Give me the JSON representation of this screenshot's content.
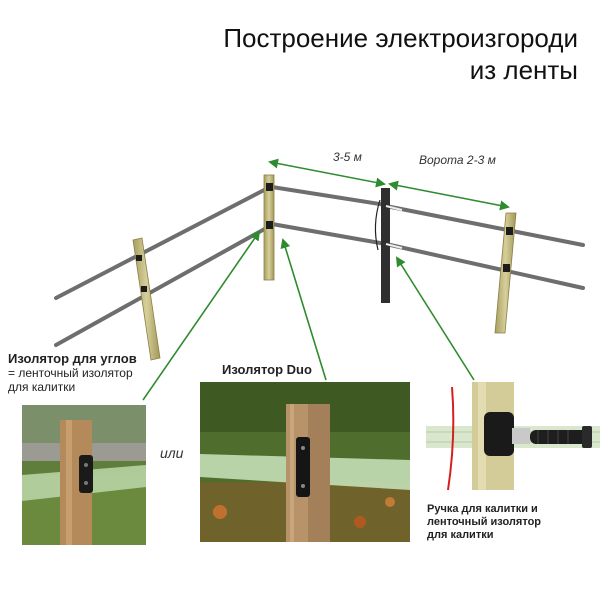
{
  "title": {
    "line1": "Построение электроизгороди",
    "line2": "из ленты"
  },
  "dimensions": {
    "span": "3-5 м",
    "gate": "Ворота 2-3 м"
  },
  "labels": {
    "corner_insulator": {
      "heading": "Изолятор для углов",
      "line1": "= ленточный изолятор",
      "line2": "для калитки"
    },
    "duo_insulator": {
      "heading": "Изолятор Duo"
    },
    "gate_handle": {
      "line1": "Ручка для калитки и",
      "line2": "ленточный изолятор",
      "line3": "для калитки"
    },
    "or": "или"
  },
  "colors": {
    "arrow_green": "#2e8b2e",
    "tape_gray": "#6e6e6e",
    "post_wood": "#c8c089",
    "tape_green": "#b8d4a8"
  }
}
